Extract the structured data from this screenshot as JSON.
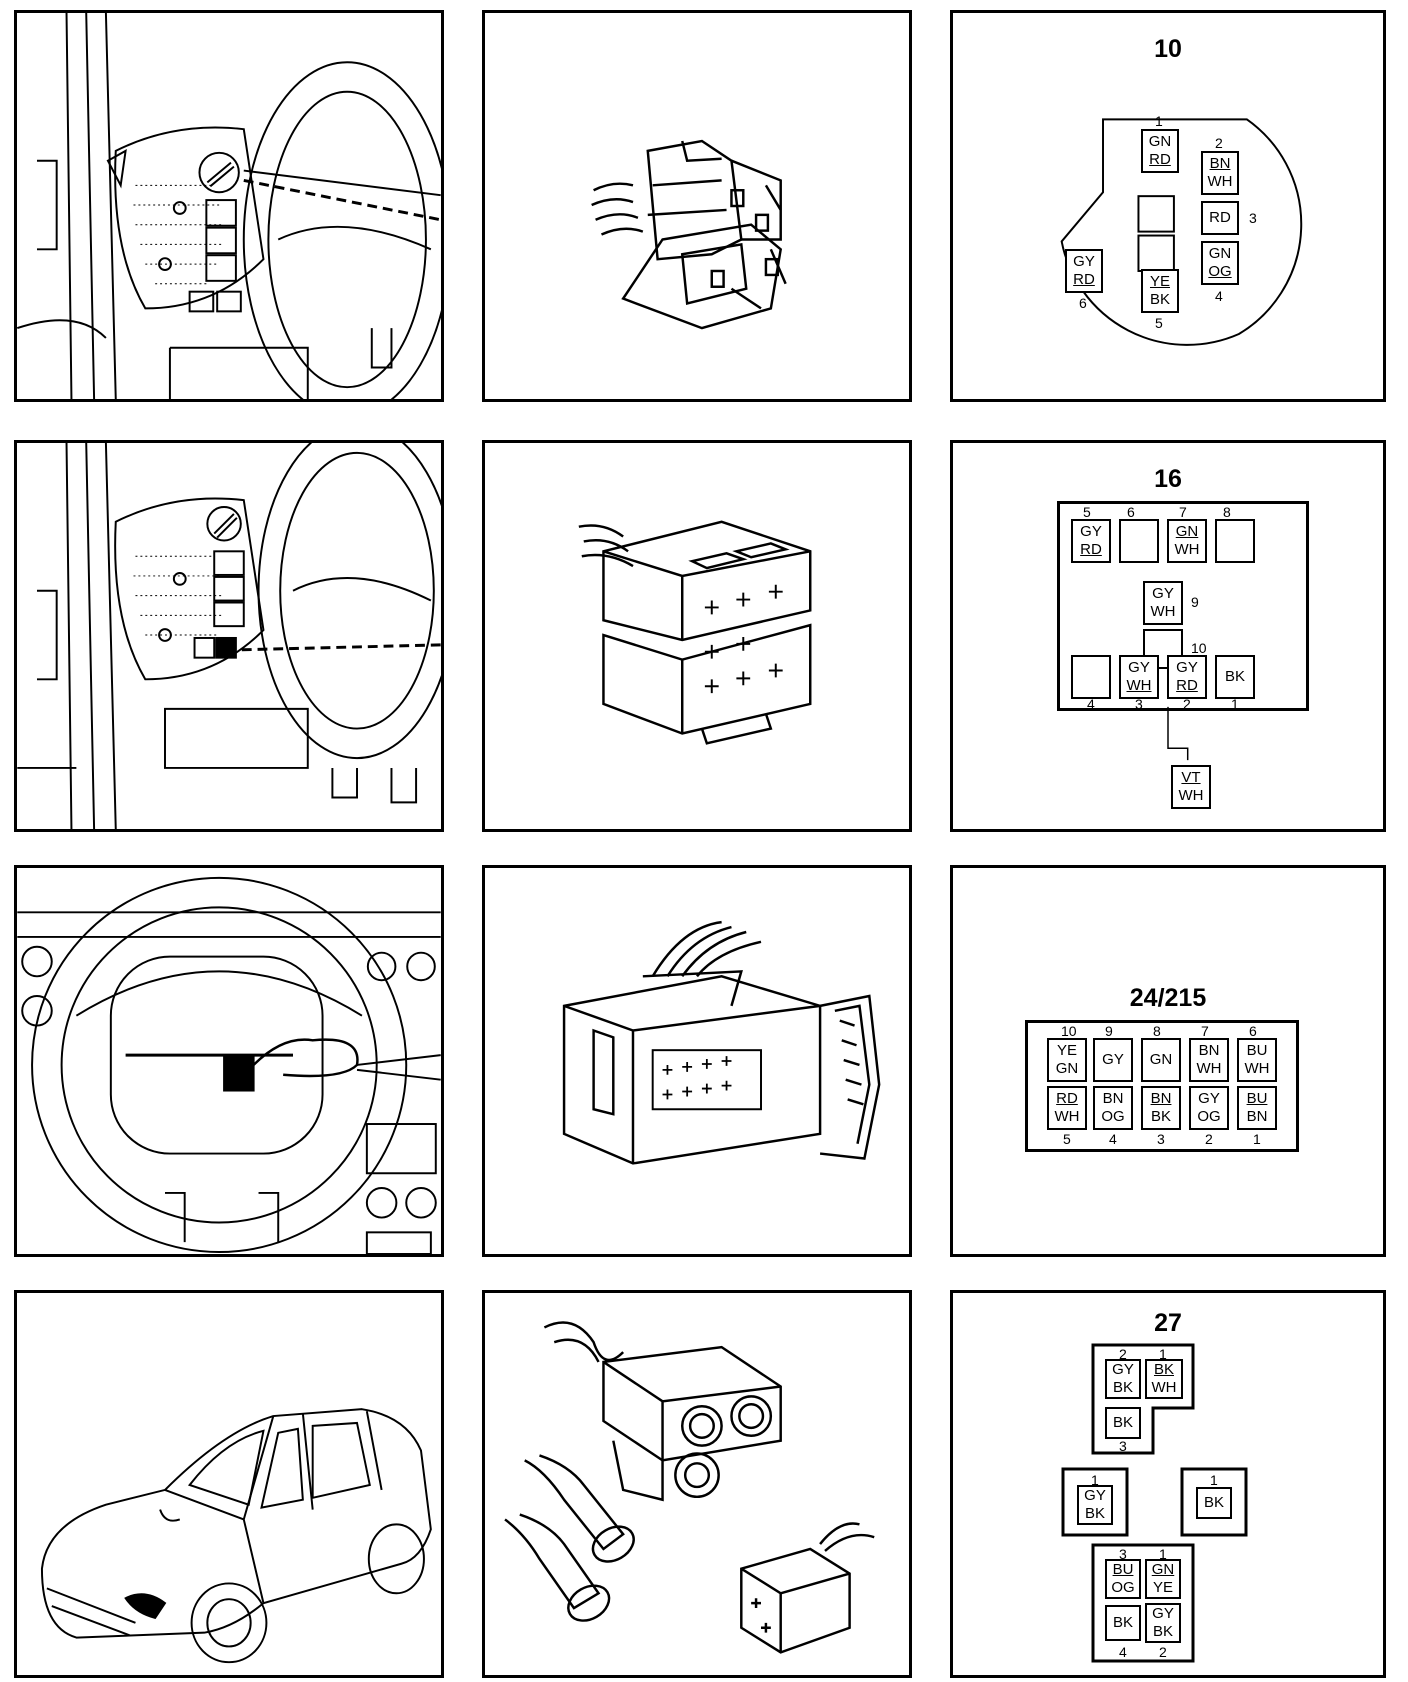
{
  "connectors": [
    {
      "title": "10",
      "pins": [
        {
          "number": "1",
          "lines": [
            "GN",
            "RD"
          ]
        },
        {
          "number": "2",
          "lines": [
            "BN",
            "WH"
          ]
        },
        {
          "number": "3",
          "lines": [
            "RD"
          ]
        },
        {
          "number": "4",
          "lines": [
            "GN",
            "OG"
          ]
        },
        {
          "number": "5",
          "lines": [
            "YE",
            "BK"
          ]
        },
        {
          "number": "6",
          "lines": [
            "GY",
            "RD"
          ]
        }
      ]
    },
    {
      "title": "16",
      "pins": [
        {
          "number": "5",
          "lines": [
            "GY",
            "RD"
          ]
        },
        {
          "number": "6",
          "lines": []
        },
        {
          "number": "7",
          "lines": [
            "GN",
            "WH"
          ]
        },
        {
          "number": "8",
          "lines": []
        },
        {
          "number": "9",
          "lines": [
            "GY",
            "WH"
          ]
        },
        {
          "number": "10",
          "lines": []
        },
        {
          "number": "4",
          "lines": []
        },
        {
          "number": "3",
          "lines": [
            "GY",
            "WH"
          ]
        },
        {
          "number": "2",
          "lines": [
            "GY",
            "RD"
          ]
        },
        {
          "number": "1",
          "lines": [
            "BK"
          ]
        }
      ],
      "splice": {
        "lines": [
          "VT",
          "WH"
        ]
      }
    },
    {
      "title": "24/215",
      "pins": [
        {
          "number": "10",
          "lines": [
            "YE",
            "GN"
          ]
        },
        {
          "number": "9",
          "lines": [
            "GY"
          ]
        },
        {
          "number": "8",
          "lines": [
            "GN"
          ]
        },
        {
          "number": "7",
          "lines": [
            "BN",
            "WH"
          ]
        },
        {
          "number": "6",
          "lines": [
            "BU",
            "WH"
          ]
        },
        {
          "number": "5",
          "lines": [
            "RD",
            "WH"
          ]
        },
        {
          "number": "4",
          "lines": [
            "BN",
            "OG"
          ]
        },
        {
          "number": "3",
          "lines": [
            "BN",
            "BK"
          ]
        },
        {
          "number": "2",
          "lines": [
            "GY",
            "OG"
          ]
        },
        {
          "number": "1",
          "lines": [
            "BU",
            "BN"
          ]
        }
      ]
    },
    {
      "title": "27",
      "groups": [
        {
          "pins": [
            {
              "number": "2",
              "lines": [
                "GY",
                "BK"
              ]
            },
            {
              "number": "1",
              "lines": [
                "BK",
                "WH"
              ]
            },
            {
              "number": "3",
              "lines": [
                "BK"
              ]
            }
          ]
        },
        {
          "pins": [
            {
              "number": "1",
              "lines": [
                "GY",
                "BK"
              ]
            }
          ]
        },
        {
          "pins": [
            {
              "number": "1",
              "lines": [
                "BK"
              ]
            }
          ]
        },
        {
          "pins": [
            {
              "number": "3",
              "lines": [
                "BU",
                "OG"
              ]
            },
            {
              "number": "1",
              "lines": [
                "GN",
                "YE"
              ]
            },
            {
              "number": "4",
              "lines": [
                "BK"
              ]
            },
            {
              "number": "2",
              "lines": [
                "GY",
                "BK"
              ]
            }
          ]
        }
      ]
    }
  ]
}
